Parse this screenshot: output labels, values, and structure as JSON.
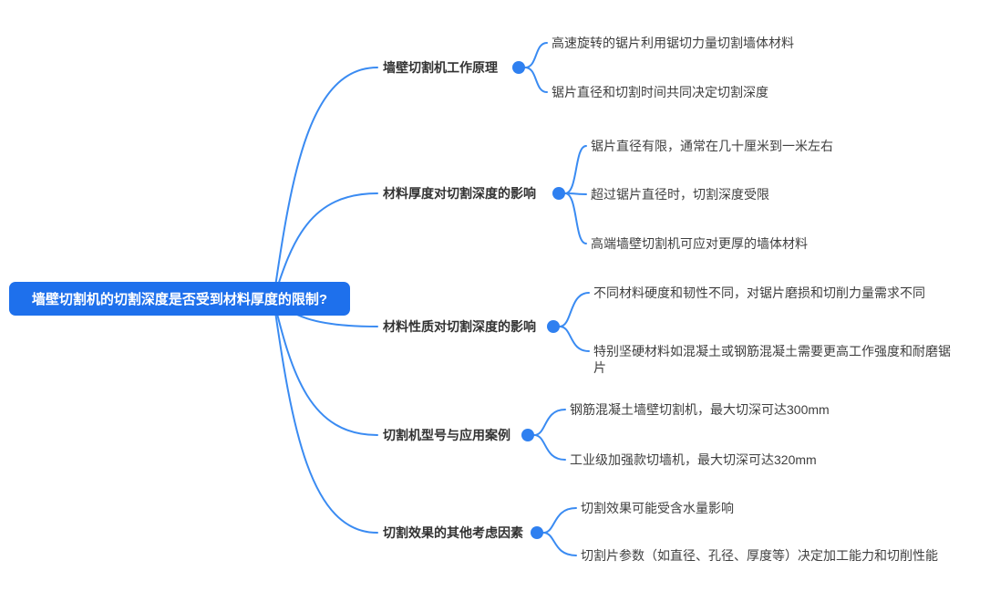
{
  "root": {
    "label": "墙壁切割机的切割深度是否受到材料厚度的限制?"
  },
  "branches": [
    {
      "label": "墙壁切割机工作原理",
      "children": [
        "高速旋转的锯片利用锯切力量切割墙体材料",
        "锯片直径和切割时间共同决定切割深度"
      ]
    },
    {
      "label": "材料厚度对切割深度的影响",
      "children": [
        "锯片直径有限，通常在几十厘米到一米左右",
        "超过锯片直径时，切割深度受限",
        "高端墙壁切割机可应对更厚的墙体材料"
      ]
    },
    {
      "label": "材料性质对切割深度的影响",
      "children": [
        "不同材料硬度和韧性不同，对锯片磨损和切削力量需求不同",
        "特别坚硬材料如混凝土或钢筋混凝土需要更高工作强度和耐磨锯片"
      ]
    },
    {
      "label": "切割机型号与应用案例",
      "children": [
        "钢筋混凝土墙壁切割机，最大切深可达300mm",
        "工业级加强款切墙机，最大切深可达320mm"
      ]
    },
    {
      "label": "切割效果的其他考虑因素",
      "children": [
        "切割效果可能受含水量影响",
        "切割片参数（如直径、孔径、厚度等）决定加工能力和切削性能"
      ]
    }
  ],
  "colors": {
    "connector_blue": "#3a8bf2",
    "dot_blue": "#2f80f0",
    "root_bg": "#1e70ec",
    "root_text": "#ffffff",
    "branch_text": "#333333",
    "leaf_text": "#3f3f3f"
  }
}
